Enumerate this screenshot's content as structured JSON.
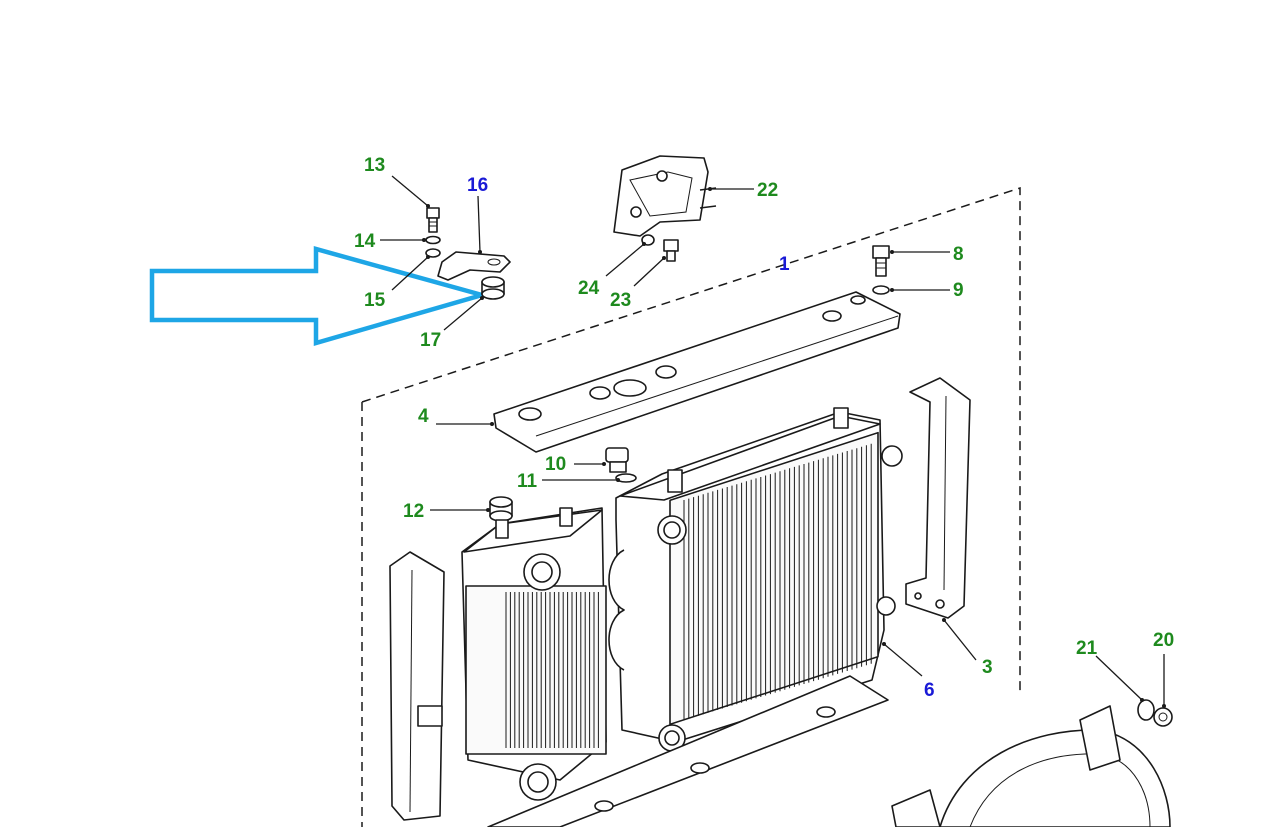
{
  "colors": {
    "callout_green": "#1e8a1e",
    "callout_blue": "#1a1ad6",
    "arrow_cyan": "#1ea6e6",
    "line": "#1a1a1a"
  },
  "callouts": {
    "c1": "1",
    "c3": "3",
    "c4": "4",
    "c6": "6",
    "c8": "8",
    "c9": "9",
    "c10": "10",
    "c11": "11",
    "c12": "12",
    "c13": "13",
    "c14": "14",
    "c15": "15",
    "c16": "16",
    "c17": "17",
    "c20": "20",
    "c21": "21",
    "c22": "22",
    "c23": "23",
    "c24": "24"
  },
  "highlight": {
    "icon": "arrow-right-outline-icon",
    "target": "17"
  }
}
